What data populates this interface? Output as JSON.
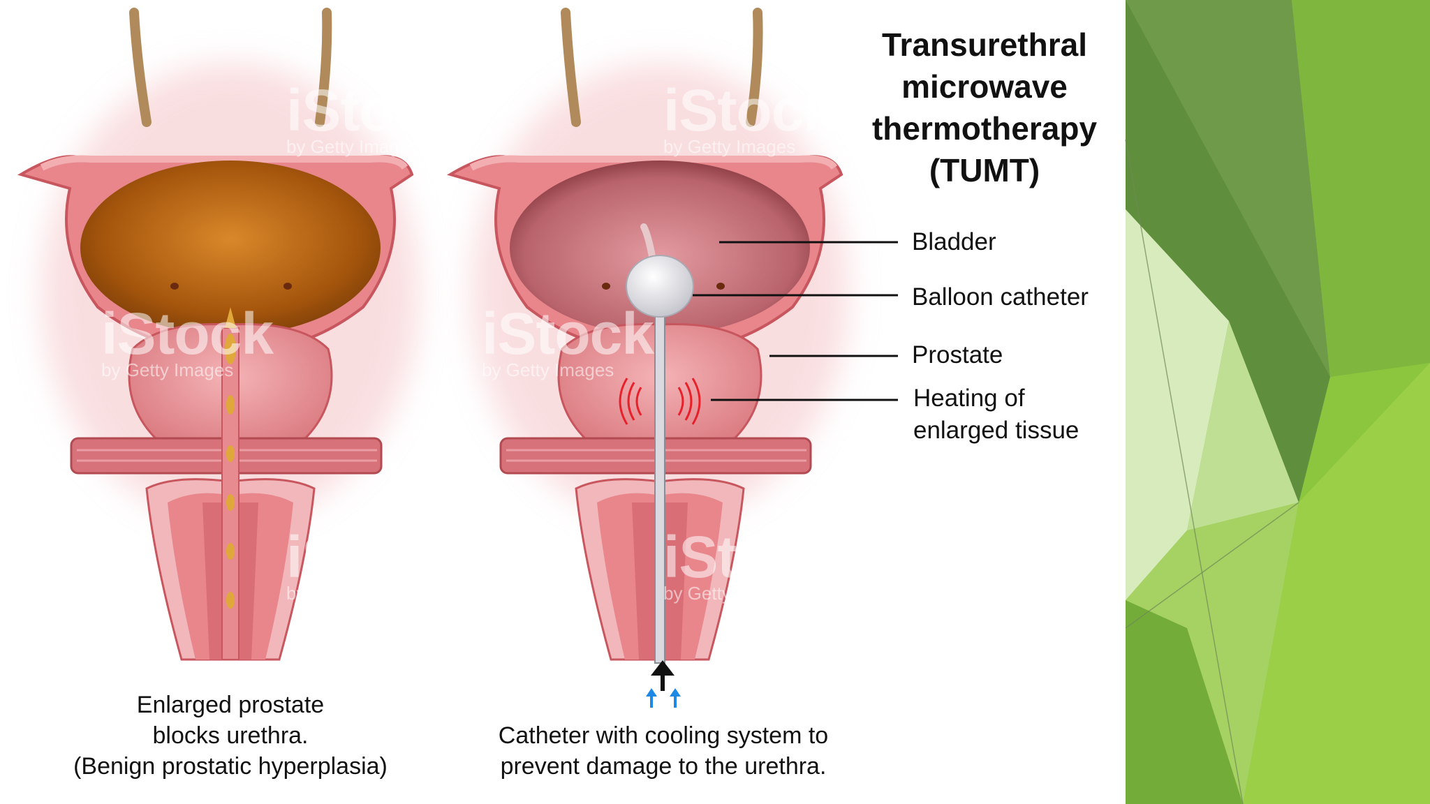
{
  "title": "Transurethral microwave thermotherapy (TUMT)",
  "title_lines": [
    "Transurethral",
    "microwave",
    "thermotherapy",
    "(TUMT)"
  ],
  "labels": {
    "bladder": "Bladder",
    "balloon_catheter": "Balloon catheter",
    "prostate": "Prostate",
    "heating_line1": "Heating of",
    "heating_line2": "enlarged tissue"
  },
  "captions": {
    "left_line1": "Enlarged prostate",
    "left_line2": "blocks urethra.",
    "left_line3": "(Benign prostatic hyperplasia)",
    "right_line1": "Catheter with cooling system to",
    "right_line2": "prevent damage to the urethra."
  },
  "watermark": {
    "brand": "iStock",
    "sub": "by Getty Images"
  },
  "colors": {
    "tissue": "#e8868c",
    "tissue_dark": "#c8565e",
    "urine": "#b5620f",
    "bladder_inner": "#c97a82",
    "ureter": "#b08a5a",
    "green_dark": "#6e9a4a",
    "green_light": "#8cc63f"
  }
}
